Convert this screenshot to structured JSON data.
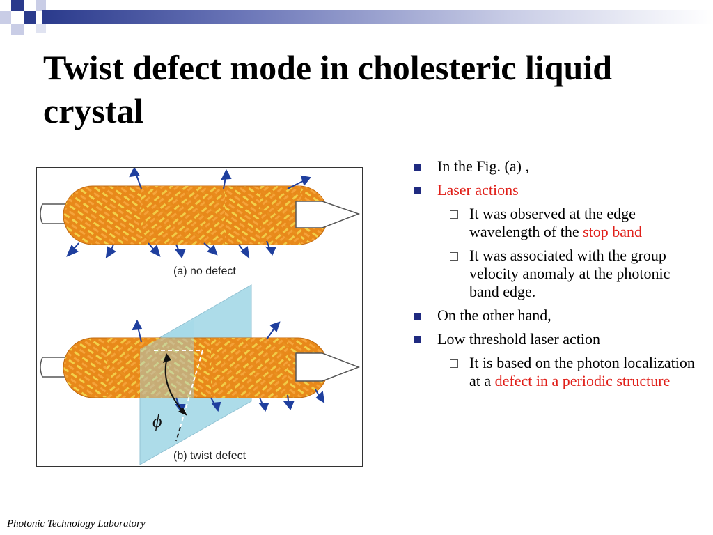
{
  "slide": {
    "title": "Twist defect mode in cholesteric liquid crystal",
    "footer": "Photonic Technology Laboratory"
  },
  "figure": {
    "label_a": "(a) no defect",
    "label_b": "(b) twist defect",
    "angle_symbol": "ϕ"
  },
  "bullets": {
    "b1": "In the Fig. (a) ,",
    "b2": "Laser actions",
    "b2_1a": "It was observed at the edge wavelength of the ",
    "b2_1b": "stop band",
    "b2_2": "It was associated with the group velocity anomaly at the photonic band edge.",
    "b3": "On the other hand,",
    "b4": "Low threshold laser action",
    "b4_1a": "It is based on the photon localization at a ",
    "b4_1b": "defect in a periodic structure"
  },
  "colors": {
    "title_bar": "#2a3a8c",
    "bullet_marker": "#1f2a80",
    "emphasis_red": "#e0201a",
    "crystal_orange": "#e8891a",
    "crystal_yellow": "#f2d04a",
    "director_blue": "#1f3f9e",
    "plane_blue": "#9fd6e6"
  }
}
